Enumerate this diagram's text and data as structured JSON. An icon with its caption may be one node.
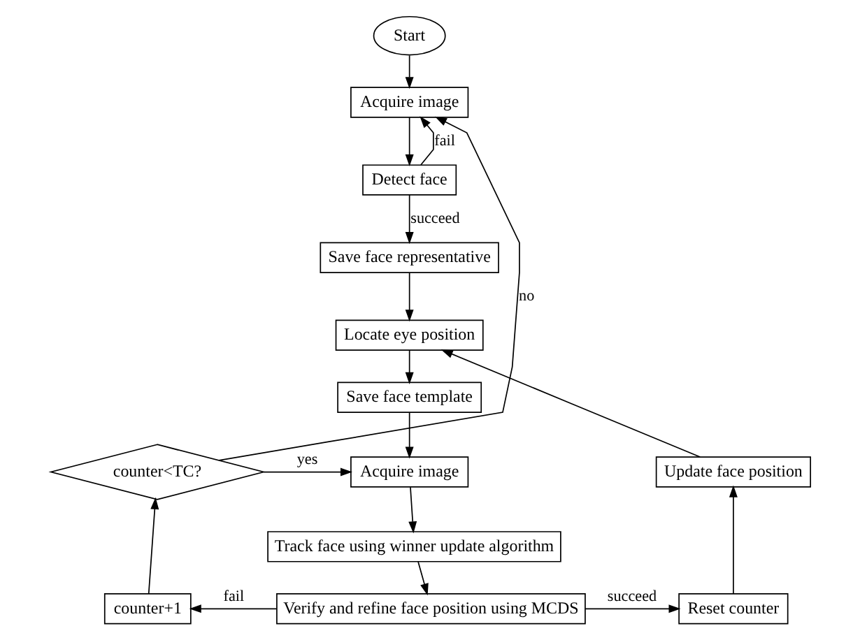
{
  "diagram": {
    "nodes": [
      {
        "text": [
          "Start"
        ]
      },
      {
        "text": [
          "Acquire image"
        ]
      },
      {
        "text": [
          "Detect face"
        ]
      },
      {
        "text": [
          "Save face representative"
        ]
      },
      {
        "text": [
          "Locate eye position"
        ]
      },
      {
        "text": [
          "Save face template"
        ]
      },
      {
        "text": [
          "Update face position"
        ]
      },
      {
        "text": [
          "counter<TC?"
        ]
      },
      {
        "text": [
          "Acquire image"
        ]
      },
      {
        "text": [
          "Reset counter"
        ]
      },
      {
        "text": [
          "Track face using winner update algorithm"
        ]
      },
      {
        "text": [
          "counter+1"
        ]
      },
      {
        "text": [
          "Verify and refine face position using MCDS"
        ]
      }
    ],
    "edges": [
      {
        "from": 0,
        "to": 1,
        "arrow": "to"
      },
      {
        "from": 7,
        "to": 1,
        "label": "no",
        "arrow": "to"
      },
      {
        "from": 2,
        "to": 1,
        "label": "fail",
        "arrow": "to"
      },
      {
        "from": 1,
        "to": 2,
        "arrow": "to"
      },
      {
        "from": 2,
        "to": 3,
        "label": "succeed",
        "arrow": "to"
      },
      {
        "from": 3,
        "to": 4,
        "arrow": "to"
      },
      {
        "from": 6,
        "to": 4,
        "arrow": "to"
      },
      {
        "from": 4,
        "to": 5,
        "arrow": "to"
      },
      {
        "from": 7,
        "to": 8,
        "label": "yes",
        "arrow": "to"
      },
      {
        "from": 5,
        "to": 8,
        "arrow": "to"
      },
      {
        "from": 9,
        "to": 6,
        "arrow": "to"
      },
      {
        "from": 8,
        "to": 10,
        "arrow": "to"
      },
      {
        "from": 11,
        "to": 7,
        "arrow": "to"
      },
      {
        "from": 10,
        "to": 12,
        "arrow": "to"
      },
      {
        "from": 12,
        "to": 9,
        "label": "succeed",
        "arrow": "to"
      },
      {
        "from": 12,
        "to": 11,
        "label": "fail",
        "arrow": "to"
      }
    ]
  }
}
